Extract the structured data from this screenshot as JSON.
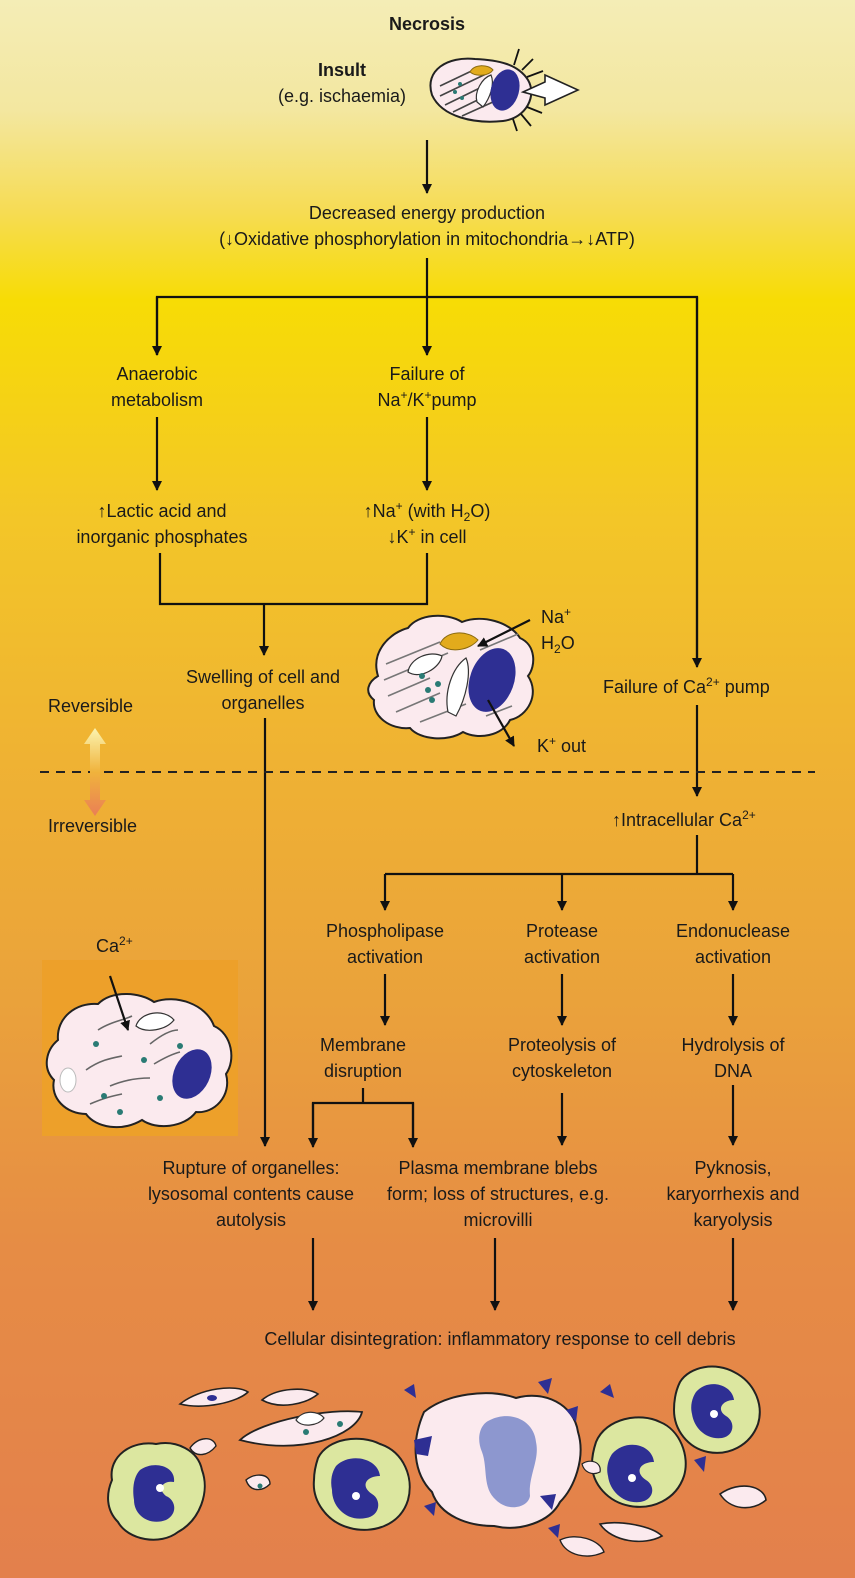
{
  "title": "Necrosis",
  "insult": {
    "label": "Insult",
    "example": "(e.g. ischaemia)"
  },
  "energy": {
    "line1": "Decreased energy production",
    "line2": "(↓Oxidative phosphorylation in mitochondria→↓ATP)"
  },
  "anaerobic": {
    "line1": "Anaerobic",
    "line2": "metabolism"
  },
  "pump_failure": {
    "line1": "Failure of",
    "na": "Na",
    "sep": "/K",
    "pump": "pump",
    "plus": "+"
  },
  "lactic": {
    "line1": "↑Lactic acid and",
    "line2": "inorganic phosphates"
  },
  "sodium": {
    "up_na": "↑Na",
    "with": " (with H",
    "two": "2",
    "o_close": "O)",
    "down_k": "↓K",
    "in_cell": " in cell",
    "plus": "+"
  },
  "swelling": {
    "line1": "Swelling of cell and",
    "line2": "organelles"
  },
  "cell_labels": {
    "na": "Na",
    "plus": "+",
    "h": "H",
    "two": "2",
    "o": "O",
    "k": "K",
    "out": " out"
  },
  "calcium_pump": {
    "text": "Failure of Ca",
    "charge": "2+",
    "suffix": " pump"
  },
  "zones": {
    "reversible": "Reversible",
    "irreversible": "Irreversible"
  },
  "intracellular": {
    "text": "↑Intracellular Ca",
    "charge": "2+"
  },
  "calcium_label": {
    "text": "Ca",
    "charge": "2+"
  },
  "enzymes": {
    "phospholipase": {
      "line1": "Phospholipase",
      "line2": "activation"
    },
    "protease": {
      "line1": "Protease",
      "line2": "activation"
    },
    "endonuclease": {
      "line1": "Endonuclease",
      "line2": "activation"
    }
  },
  "effects": {
    "membrane": {
      "line1": "Membrane",
      "line2": "disruption"
    },
    "proteolysis": {
      "line1": "Proteolysis of",
      "line2": "cytoskeleton"
    },
    "hydrolysis": {
      "line1": "Hydrolysis of",
      "line2": "DNA"
    }
  },
  "outcomes": {
    "rupture": {
      "line1": "Rupture of organelles:",
      "line2": "lysosomal contents cause",
      "line3": "autolysis"
    },
    "blebs": {
      "line1": "Plasma membrane blebs",
      "line2": "form; loss of structures, e.g.",
      "line3": "microvilli"
    },
    "pyknosis": {
      "line1": "Pyknosis,",
      "line2": "karyorrhexis and",
      "line3": "karyolysis"
    }
  },
  "final": "Cellular disintegration: inflammatory response to cell debris",
  "colors": {
    "arrow": "#111111",
    "nucleus": "#2e2f93",
    "cell": "#fbeaee",
    "neutrophil": "#dce7a0",
    "mitochondria": "#e2ab1c",
    "calcium_box": "#eda02a"
  },
  "icons": [
    "cell-insult-icon",
    "swollen-cell-icon",
    "calcified-cell-icon",
    "cell-debris-icon",
    "reversibility-arrow-icon"
  ]
}
